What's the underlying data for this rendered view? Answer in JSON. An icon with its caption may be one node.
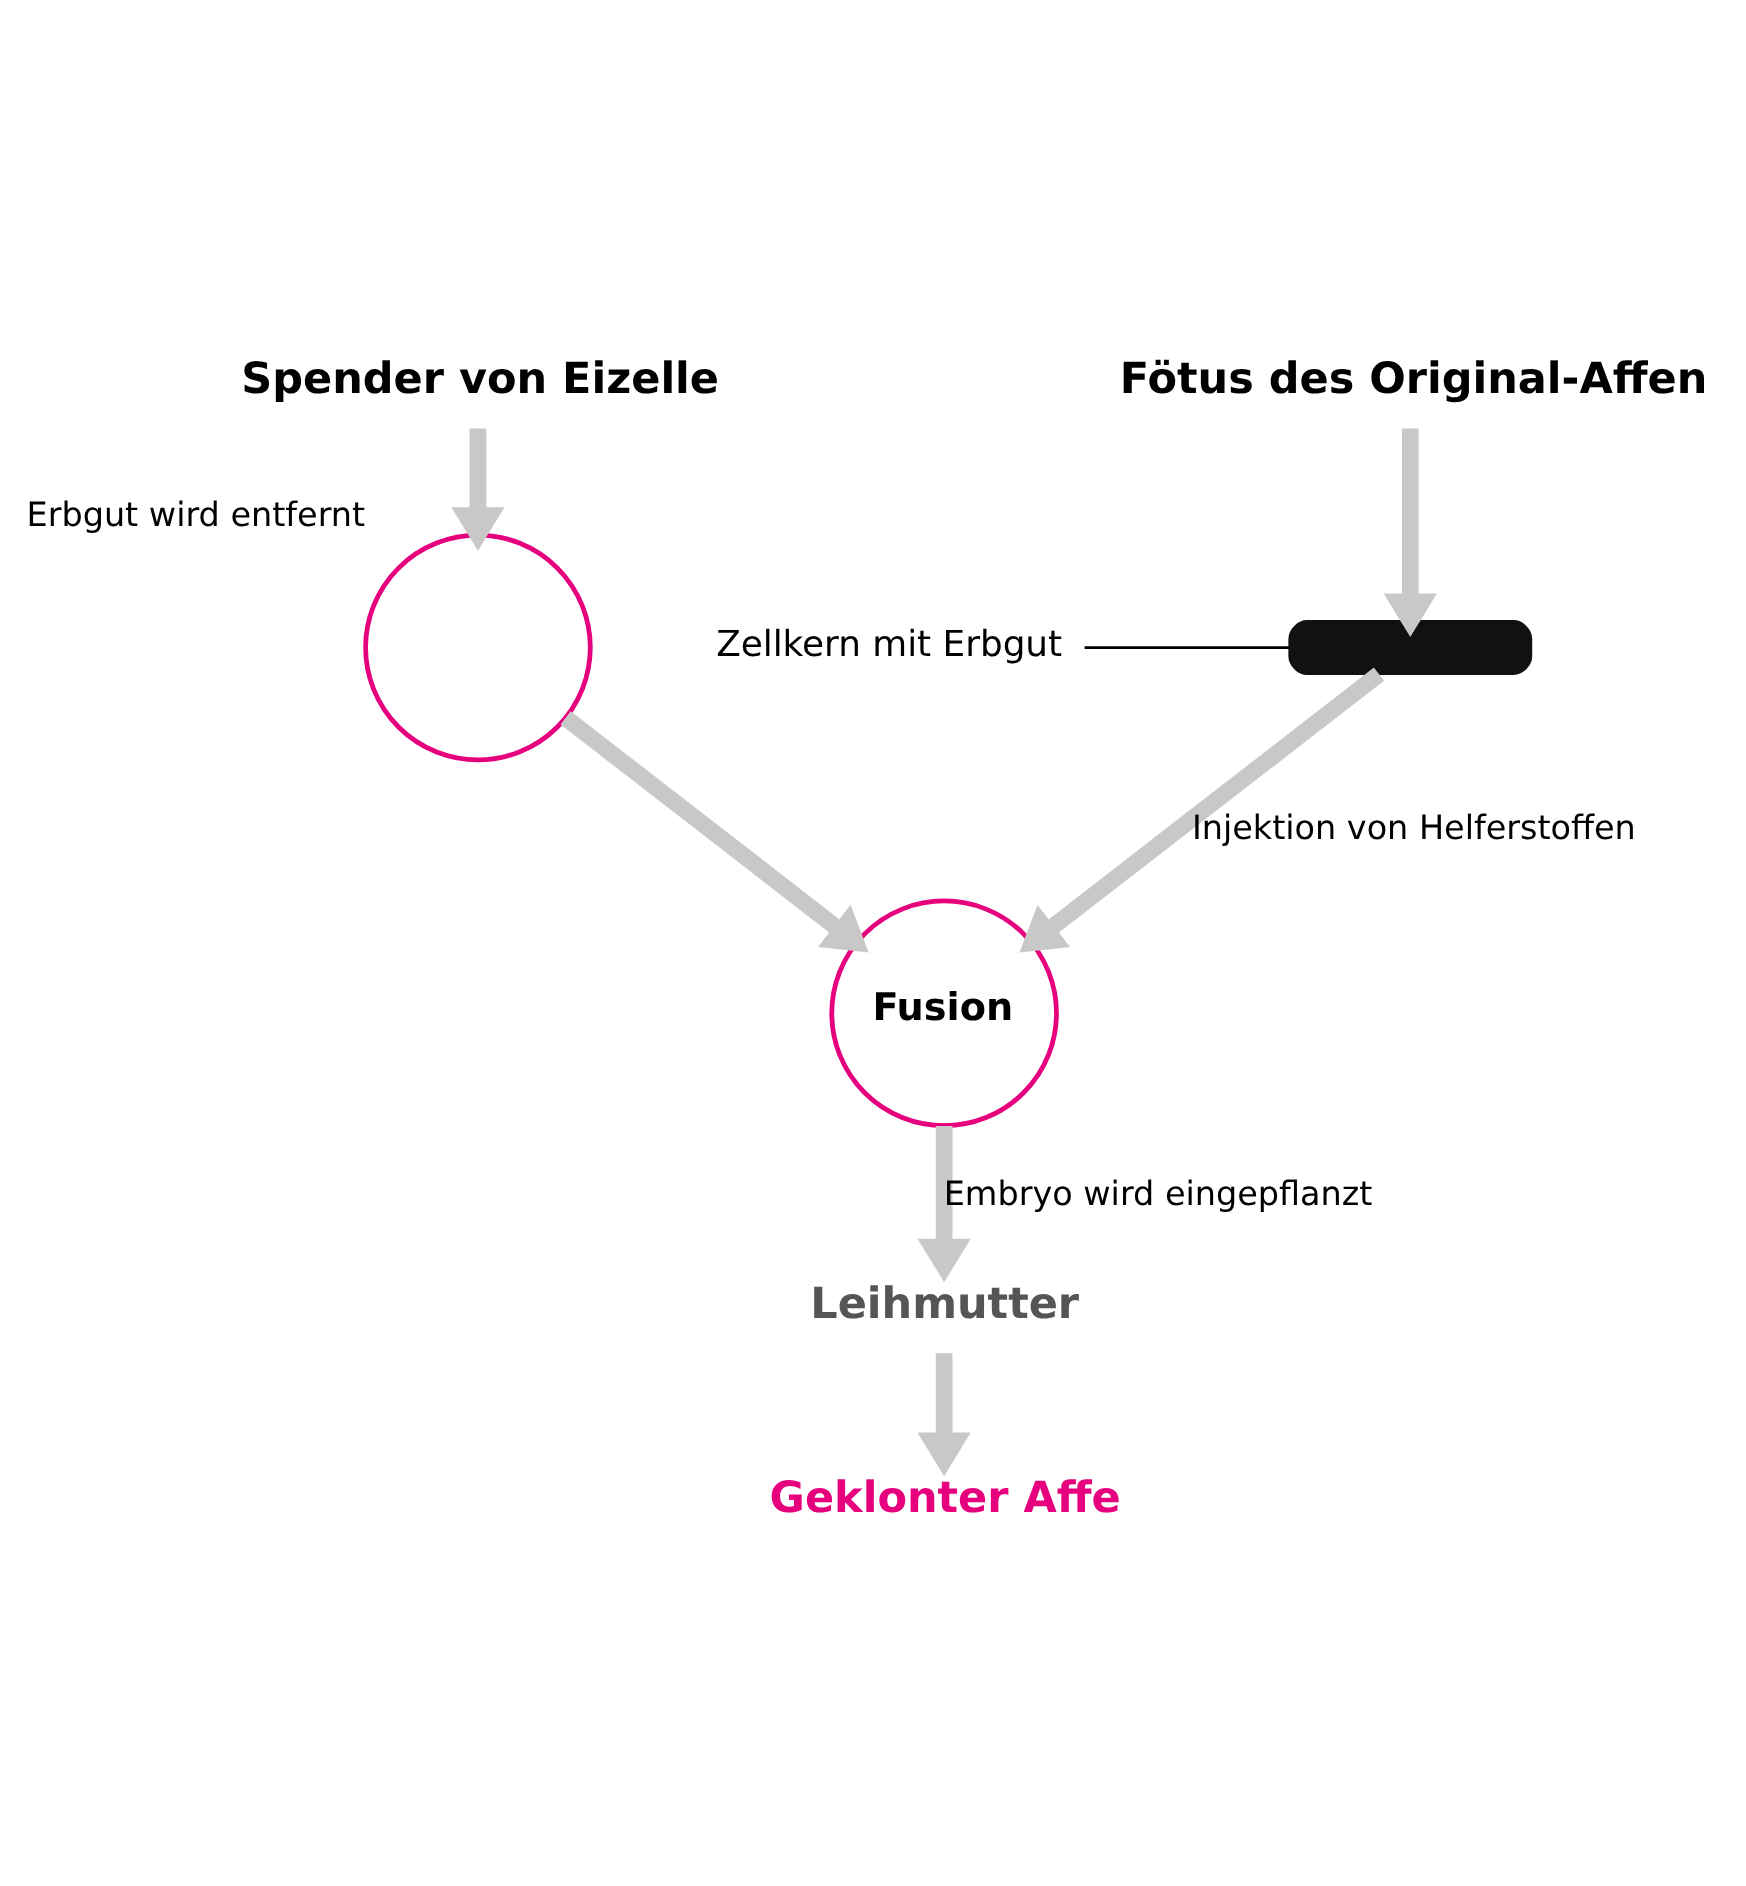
{
  "diagram": {
    "nodes": [
      {
        "text": [
          "Spender von Eizelle"
        ]
      },
      {
        "text": [
          "Fötus des Original-Affen"
        ]
      },
      {
        "text": [],
        "shape": "circle",
        "beside": [
          "Erbgut wird entfernt"
        ]
      },
      {
        "text": [],
        "shape": "box"
      },
      {
        "text": [
          "Zellkern mit Erbgut"
        ]
      },
      {
        "text": [
          "Fusion"
        ]
      },
      {
        "text": [
          "Leihmutter"
        ]
      },
      {
        "text": [
          "Geklonter Affe"
        ]
      }
    ],
    "edges": [
      {
        "from": 0,
        "to": 2,
        "arrow": "to"
      },
      {
        "from": 1,
        "to": 3,
        "arrow": "to"
      },
      {
        "from": 4,
        "to": 3,
        "arrow": "none",
        "color": "#000000"
      },
      {
        "from": 2,
        "to": 5,
        "arrow": "to"
      },
      {
        "from": 3,
        "to": 5,
        "arrow": "to",
        "label": "Injektion von Helferstoffen"
      },
      {
        "from": 5,
        "to": 6,
        "arrow": "to",
        "label": "Embryo wird eingepflanzt"
      },
      {
        "from": 6,
        "to": 7,
        "arrow": "to"
      }
    ]
  }
}
